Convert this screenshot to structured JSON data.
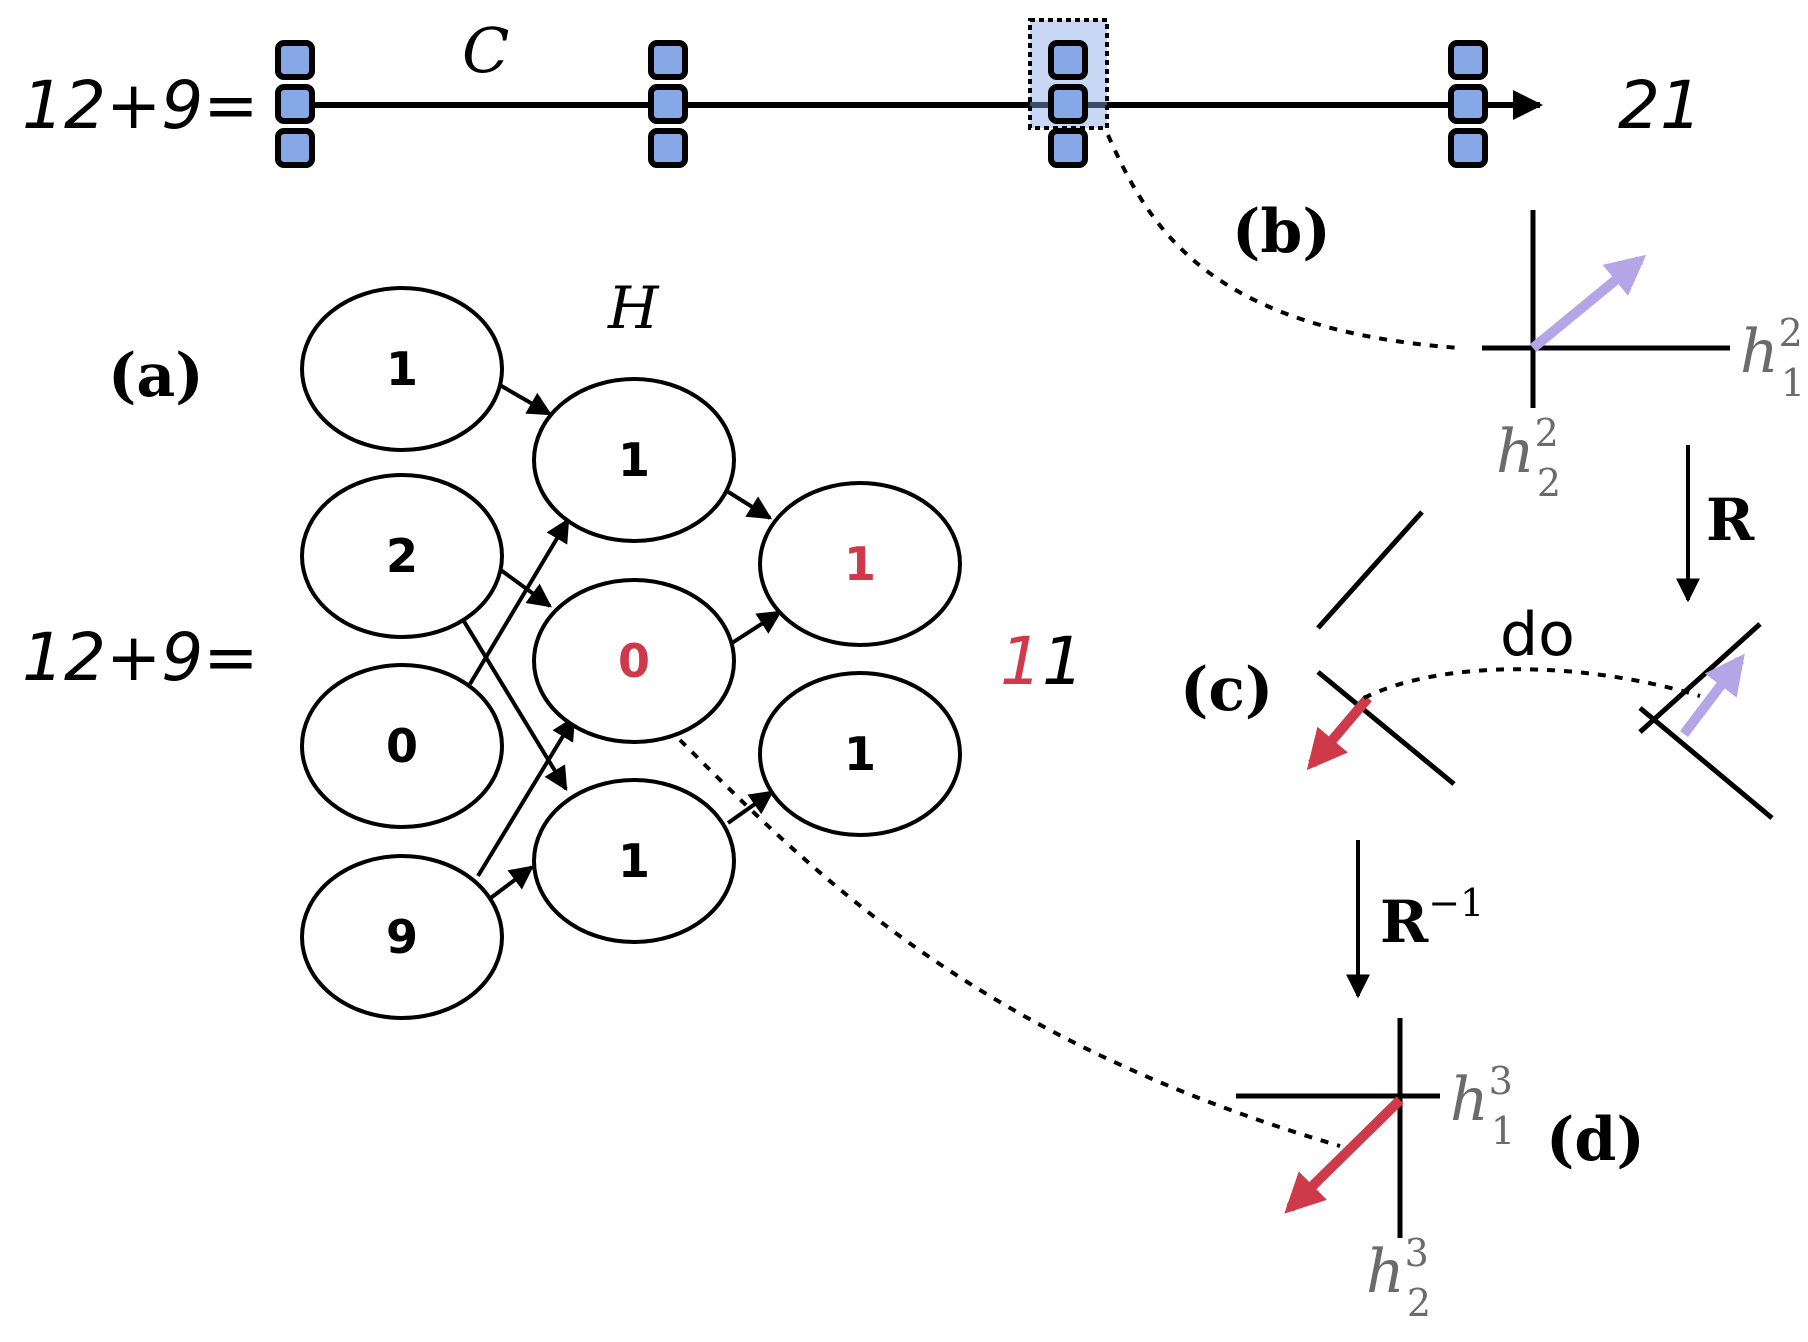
{
  "top_row": {
    "equation": "12+9=",
    "result": "21",
    "circuit_label": "C"
  },
  "panel_a": {
    "label": "(a)",
    "equation": "12+9=",
    "hidden_label": "H",
    "input_nodes": [
      "1",
      "2",
      "0",
      "9"
    ],
    "hidden_nodes": [
      "1",
      "0",
      "1"
    ],
    "output_nodes": [
      "1",
      "1"
    ],
    "output_digits": [
      "1",
      "1"
    ],
    "highlight_color": "#cf3a4a"
  },
  "panel_b": {
    "label": "(b)",
    "x_axis_base": "h",
    "x_axis_sup": "2",
    "x_axis_sub": "1",
    "y_axis_base": "h",
    "y_axis_sup": "2",
    "y_axis_sub": "2",
    "vector_color": "#b4a6e6"
  },
  "rotation": {
    "forward_label": "R",
    "inverse_label": "R",
    "inverse_sup": "−1"
  },
  "panel_c": {
    "label": "(c)",
    "intervention_label": "do",
    "vector_color_new": "#cf3a4a",
    "vector_color_old": "#b4a6e6"
  },
  "panel_d": {
    "label": "(d)",
    "x_axis_base": "h",
    "x_axis_sup": "3",
    "x_axis_sub": "1",
    "y_axis_base": "h",
    "y_axis_sup": "3",
    "y_axis_sub": "2",
    "vector_color": "#cf3a4a"
  },
  "colors": {
    "square_fill": "#86a8e6",
    "axis_label": "#6b6b6b"
  }
}
